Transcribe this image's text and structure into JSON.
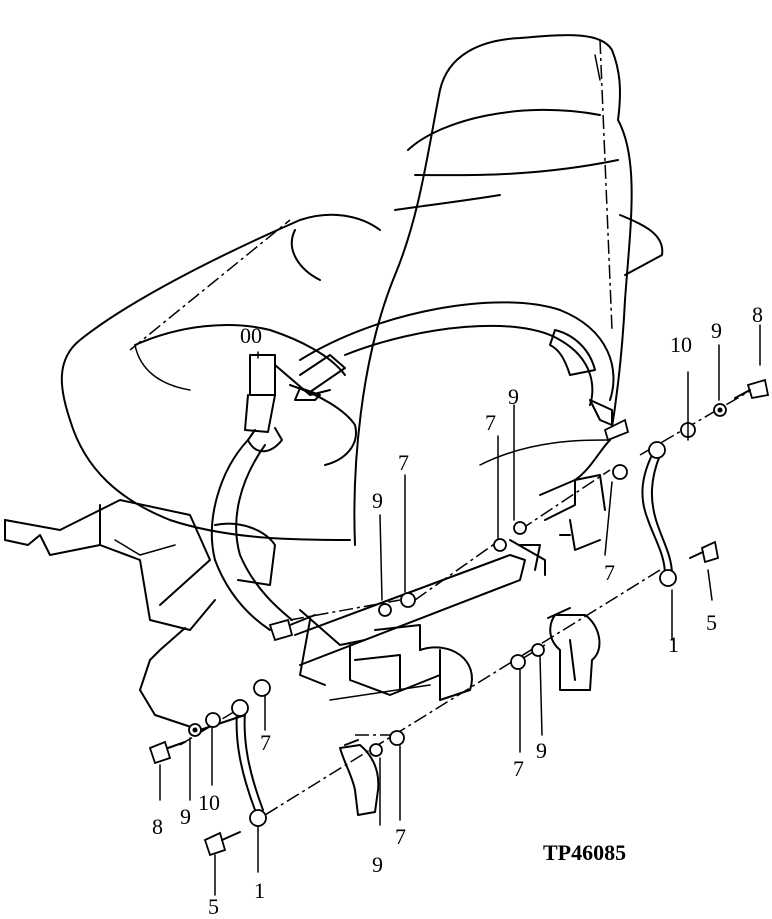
{
  "figure": {
    "reference_number": "TP46085"
  },
  "callouts": {
    "belt": "00",
    "c1_right": "1",
    "c1_left": "1",
    "c5_right": "5",
    "c5_left": "5",
    "c7_a": "7",
    "c7_b": "7",
    "c7_c": "7",
    "c7_d": "7",
    "c7_e": "7",
    "c7_f": "7",
    "c8_right": "8",
    "c8_left": "8",
    "c9_a": "9",
    "c9_b": "9",
    "c9_c": "9",
    "c9_d": "9",
    "c9_e": "9",
    "c9_f": "9",
    "c10_right": "10",
    "c10_left": "10"
  }
}
